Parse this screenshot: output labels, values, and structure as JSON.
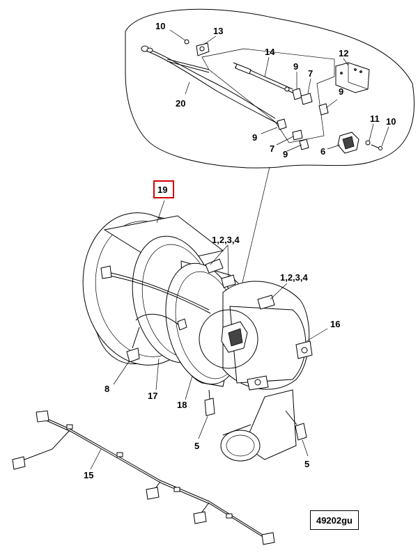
{
  "callouts": {
    "c10a": "10",
    "c13": "13",
    "c14": "14",
    "c12": "12",
    "c9a": "9",
    "c7a": "7",
    "c9b": "9",
    "c20": "20",
    "c11": "11",
    "c10b": "10",
    "c9c": "9",
    "c7b": "7",
    "c9d": "9",
    "c6": "6",
    "c19": "19",
    "c1234a": "1,2,3,4",
    "c1234b": "1,2,3,4",
    "c16": "16",
    "c8": "8",
    "c17": "17",
    "c18": "18",
    "c5a": "5",
    "c5b": "5",
    "c15": "15"
  },
  "identifier": "49202gu",
  "colors": {
    "highlight": "#d40000",
    "line": "#000000"
  }
}
